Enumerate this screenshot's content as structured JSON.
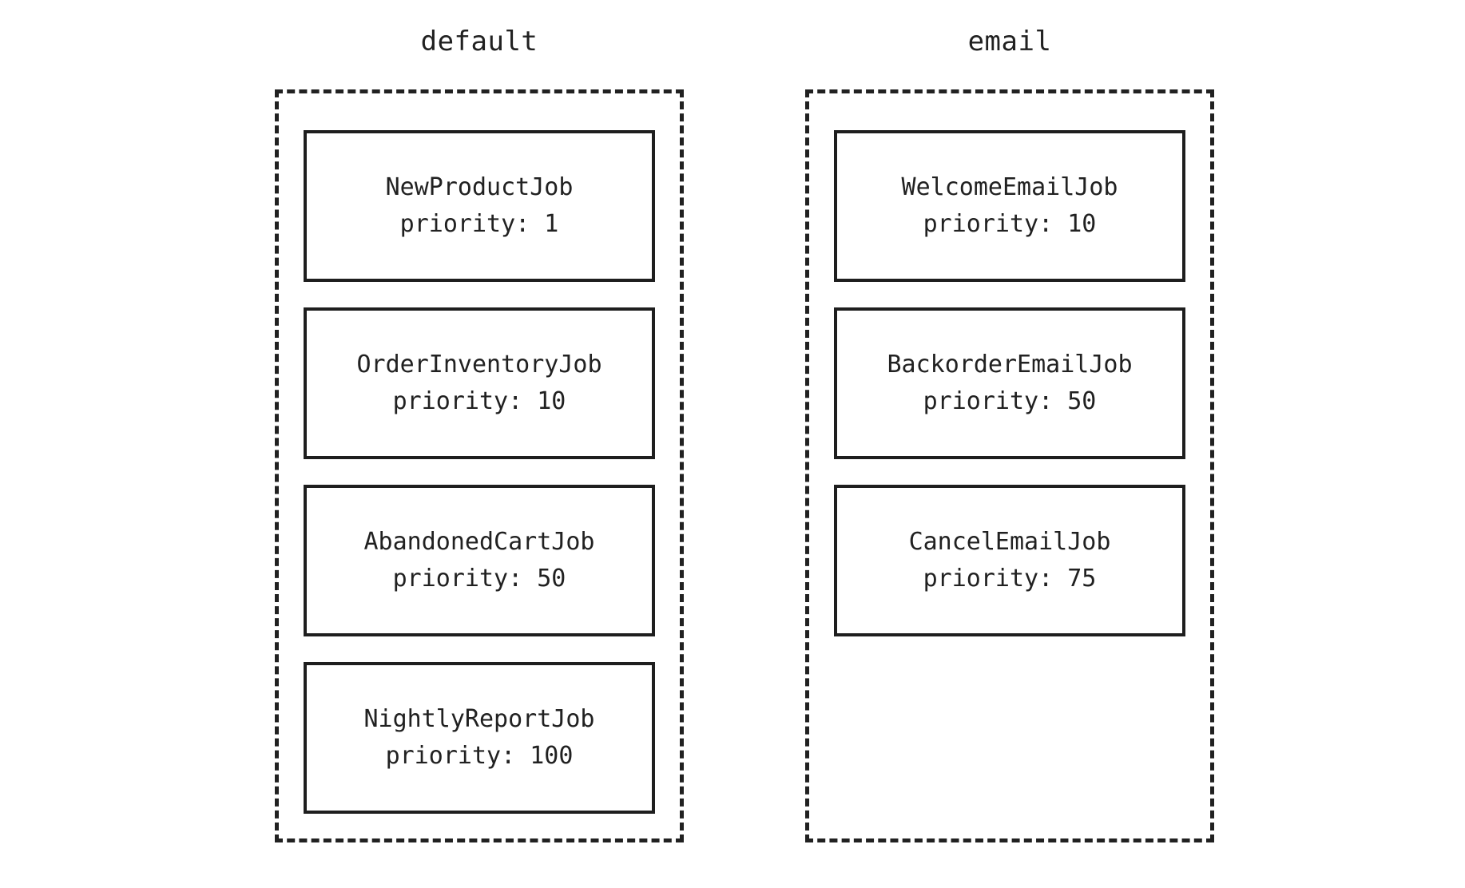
{
  "colors": {
    "stroke": "#212121",
    "background": "#ffffff"
  },
  "queues": [
    {
      "name": "default",
      "jobs": [
        {
          "name": "NewProductJob",
          "priority": "priority: 1"
        },
        {
          "name": "OrderInventoryJob",
          "priority": "priority: 10"
        },
        {
          "name": "AbandonedCartJob",
          "priority": "priority: 50"
        },
        {
          "name": "NightlyReportJob",
          "priority": "priority: 100"
        }
      ]
    },
    {
      "name": "email",
      "jobs": [
        {
          "name": "WelcomeEmailJob",
          "priority": "priority: 10"
        },
        {
          "name": "BackorderEmailJob",
          "priority": "priority: 50"
        },
        {
          "name": "CancelEmailJob",
          "priority": "priority: 75"
        }
      ]
    }
  ]
}
